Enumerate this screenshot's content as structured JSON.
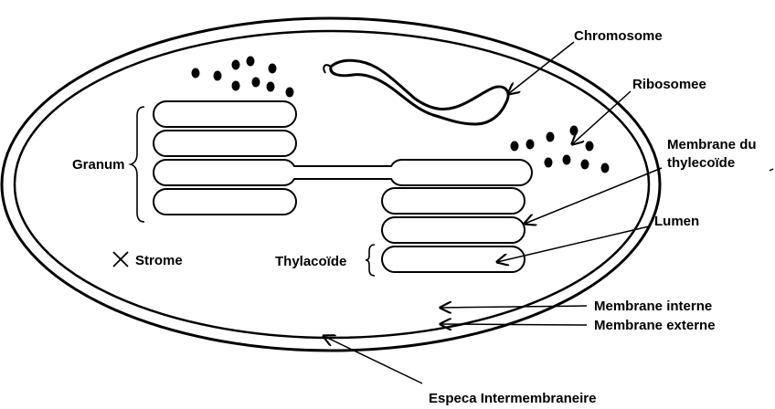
{
  "labels": {
    "chromosome": "Chromosome",
    "ribosomes": "Ribosomee",
    "thylakoid_membrane_line1": "Membrane du",
    "thylakoid_membrane_line2": "thylecoïde",
    "lumen": "Lumen",
    "granum": "Granum",
    "stroma": "Strome",
    "thylakoid": "Thylacoïde",
    "inner_membrane": "Membrane interne",
    "outer_membrane": "Membrane externe",
    "intermembrane_space": "Especa Intermembraneire"
  },
  "colors": {
    "ink": "#000000",
    "background": "#ffffff"
  }
}
